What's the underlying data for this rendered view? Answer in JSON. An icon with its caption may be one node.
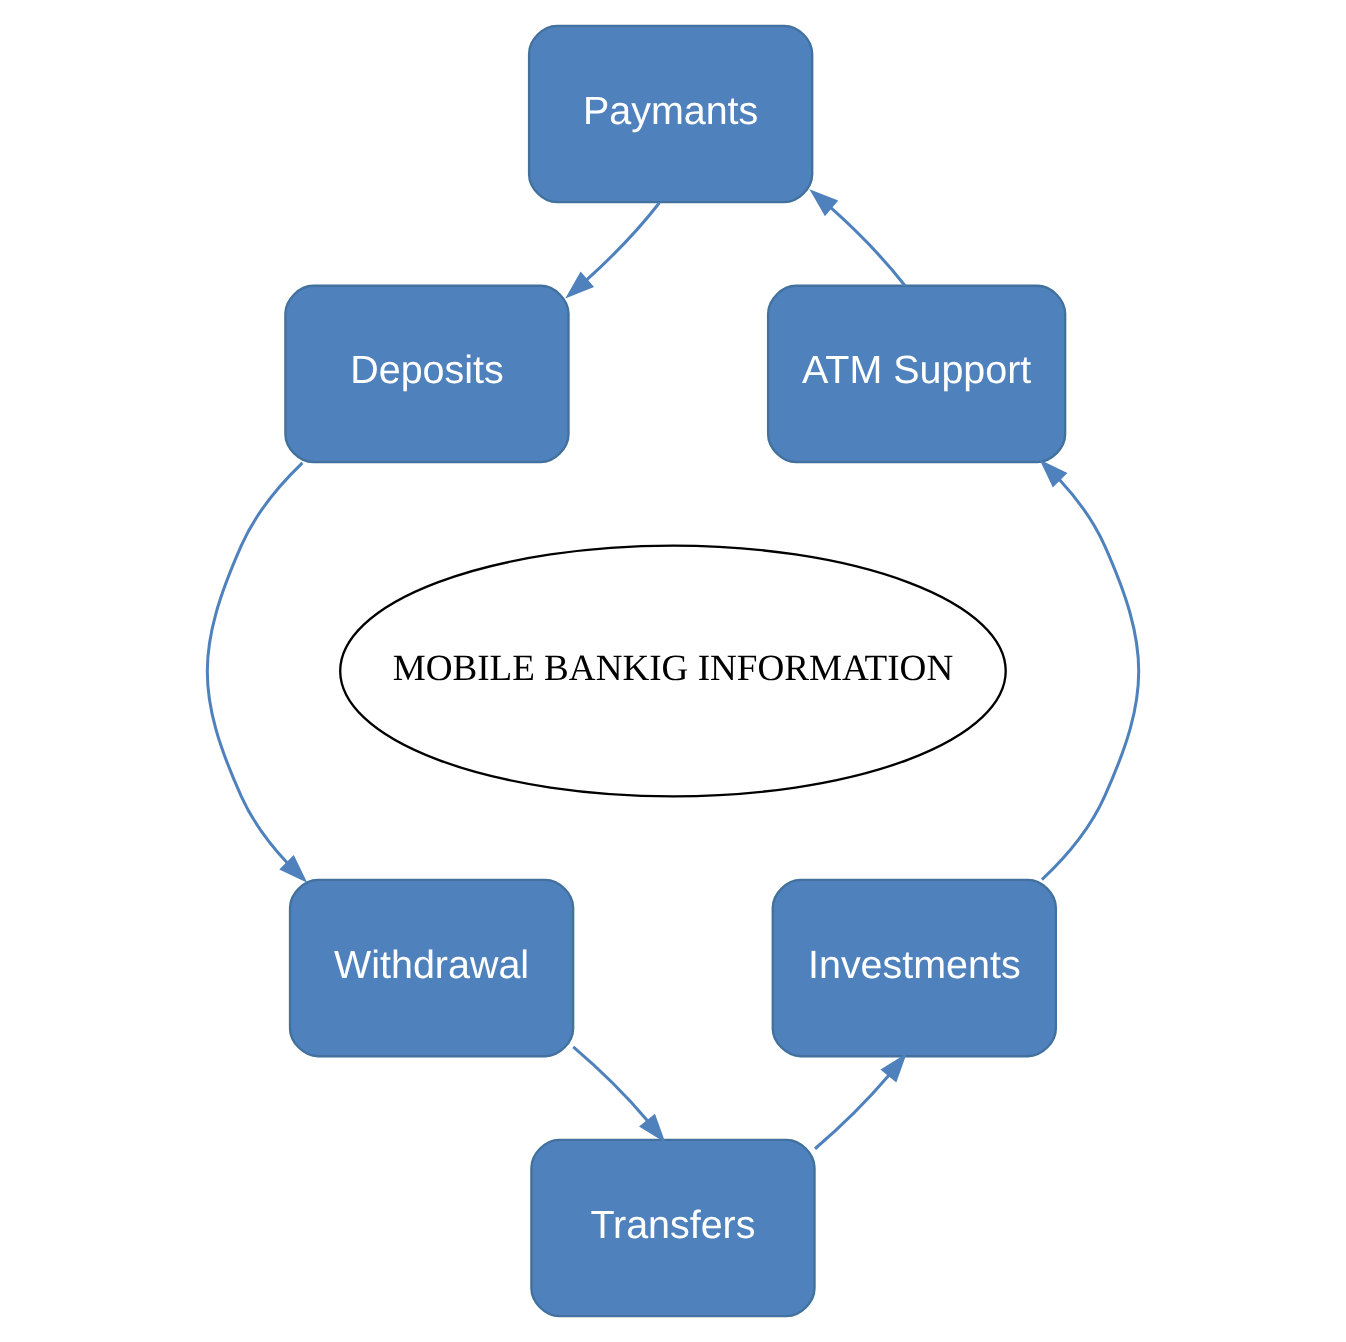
{
  "diagram": {
    "nodes": [
      {
        "text": [
          "Paymants"
        ]
      },
      {
        "text": [
          "Deposits"
        ]
      },
      {
        "text": [
          "Withdrawal"
        ]
      },
      {
        "text": [
          "Transfers"
        ]
      },
      {
        "text": [
          "Investments"
        ]
      },
      {
        "text": [
          "ATM Support"
        ]
      },
      {
        "text": [
          "MOBILE BANKIG INFORMATION"
        ]
      }
    ],
    "edges": [
      {
        "from": 0,
        "to": 1,
        "arrow": "to"
      },
      {
        "from": 1,
        "to": 2,
        "arrow": "to"
      },
      {
        "from": 2,
        "to": 3,
        "arrow": "to"
      },
      {
        "from": 3,
        "to": 4,
        "arrow": "to"
      },
      {
        "from": 4,
        "to": 5,
        "arrow": "to"
      },
      {
        "from": 5,
        "to": 0,
        "arrow": "to"
      }
    ]
  }
}
